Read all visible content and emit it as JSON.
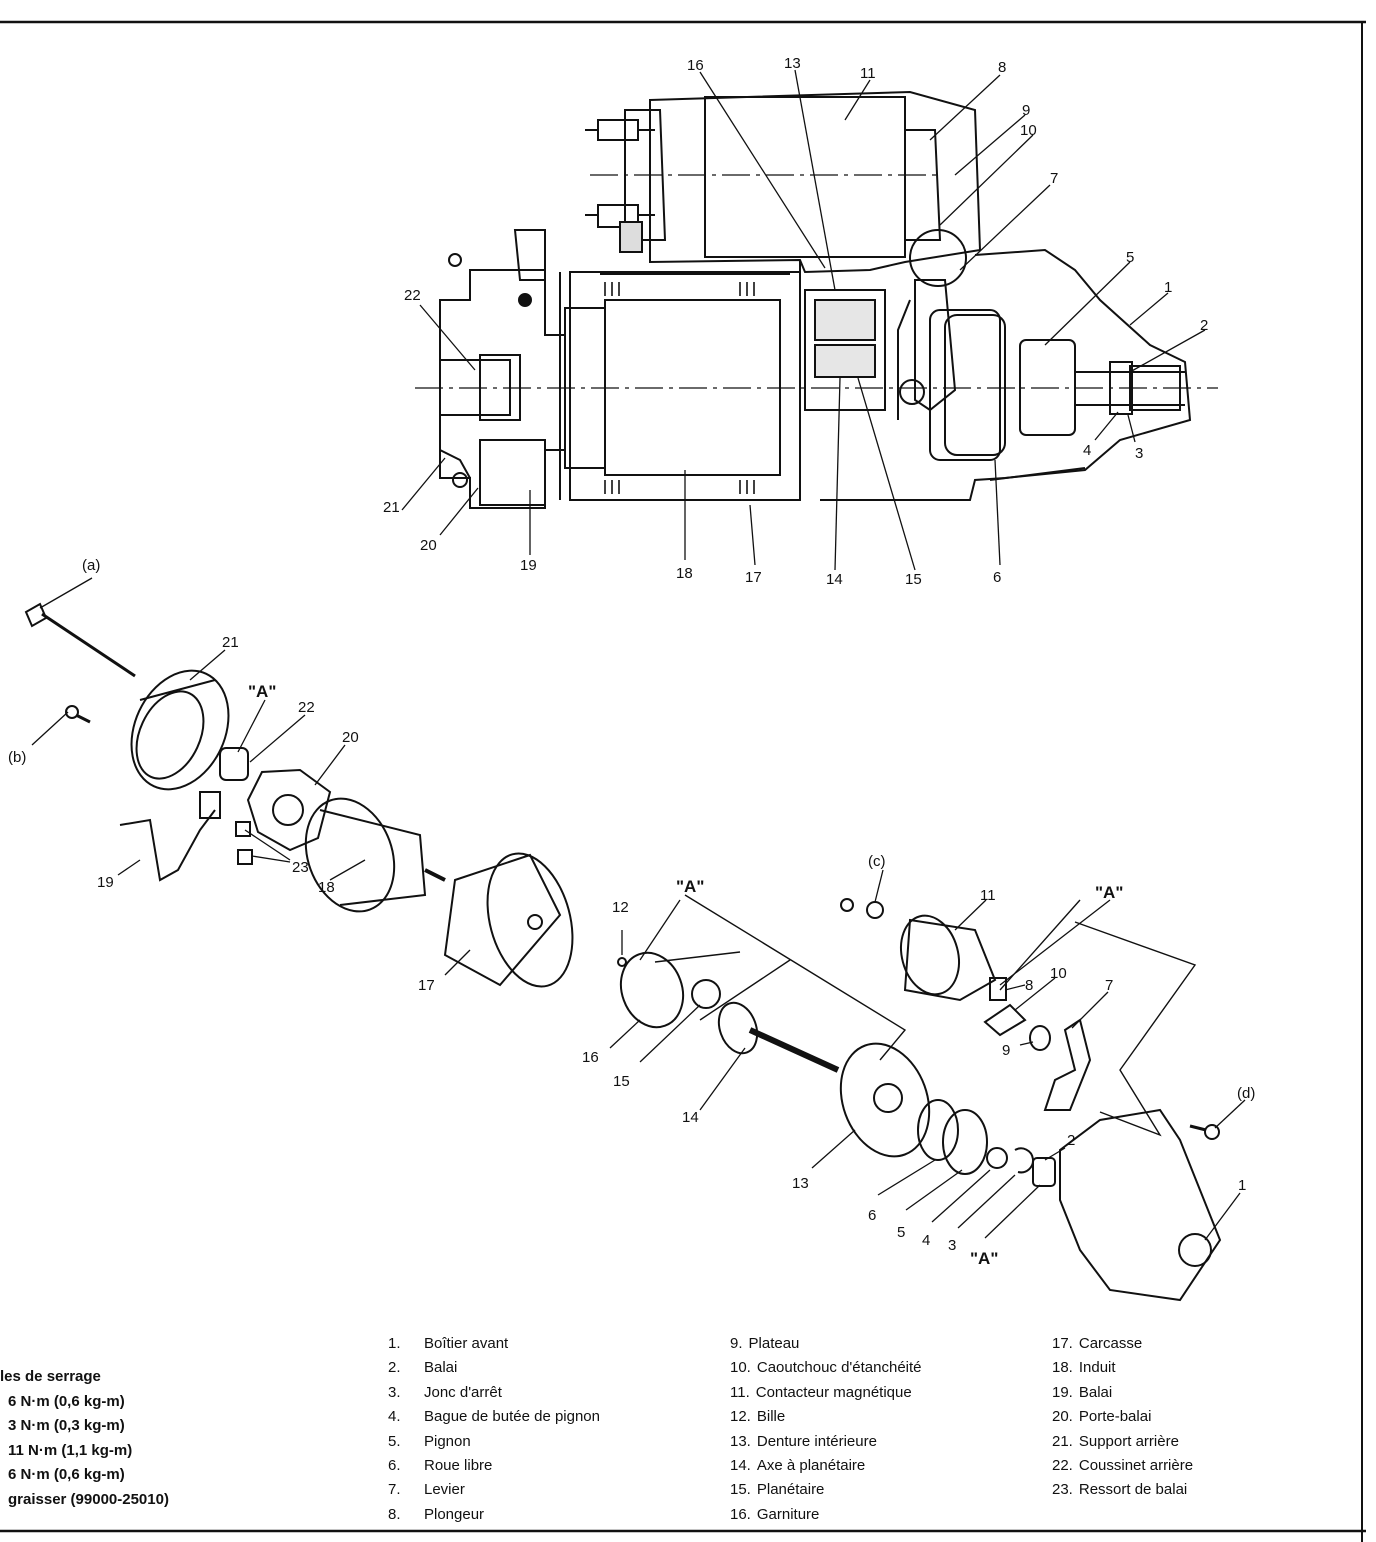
{
  "callouts_section": [
    "16",
    "13",
    "11",
    "8",
    "9",
    "10",
    "7",
    "5",
    "1",
    "2",
    "4",
    "3",
    "6",
    "15",
    "14",
    "17",
    "18",
    "19",
    "20",
    "21",
    "22"
  ],
  "callouts_exploded": [
    "21",
    "22",
    "20",
    "19",
    "23",
    "18",
    "17",
    "12",
    "16",
    "15",
    "14",
    "13",
    "11",
    "8",
    "10",
    "7",
    "9",
    "6",
    "5",
    "4",
    "3",
    "2",
    "1"
  ],
  "exploded_labels": {
    "a": "(a)",
    "b": "(b)",
    "c": "(c)",
    "d": "(d)",
    "A1": "\"A\"",
    "A2": "\"A\"",
    "A3": "\"A\"",
    "A4": "\"A\""
  },
  "torque": {
    "title": "les de serrage",
    "rows": [
      "6 N·m (0,6 kg-m)",
      "3 N·m (0,3 kg-m)",
      "11 N·m (1,1 kg-m)",
      "6 N·m (0,6 kg-m)",
      "graisser (99000-25010)"
    ]
  },
  "legend": [
    [
      {
        "n": "1.",
        "t": "Boîtier avant"
      },
      {
        "n": "2.",
        "t": "Balai"
      },
      {
        "n": "3.",
        "t": "Jonc d'arrêt"
      },
      {
        "n": "4.",
        "t": "Bague de butée de pignon"
      },
      {
        "n": "5.",
        "t": "Pignon"
      },
      {
        "n": "6.",
        "t": "Roue libre"
      },
      {
        "n": "7.",
        "t": "Levier"
      },
      {
        "n": "8.",
        "t": "Plongeur"
      }
    ],
    [
      {
        "n": "9.",
        "t": "Plateau"
      },
      {
        "n": "10.",
        "t": "Caoutchouc d'étanchéité"
      },
      {
        "n": "11.",
        "t": "Contacteur magnétique"
      },
      {
        "n": "12.",
        "t": "Bille"
      },
      {
        "n": "13.",
        "t": "Denture intérieure"
      },
      {
        "n": "14.",
        "t": "Axe à planétaire"
      },
      {
        "n": "15.",
        "t": "Planétaire"
      },
      {
        "n": "16.",
        "t": "Garniture"
      }
    ],
    [
      {
        "n": "17.",
        "t": "Carcasse"
      },
      {
        "n": "18.",
        "t": "Induit"
      },
      {
        "n": "19.",
        "t": "Balai"
      },
      {
        "n": "20.",
        "t": "Porte-balai"
      },
      {
        "n": "21.",
        "t": "Support arrière"
      },
      {
        "n": "22.",
        "t": "Coussinet arrière"
      },
      {
        "n": "23.",
        "t": "Ressort de balai"
      }
    ]
  ]
}
